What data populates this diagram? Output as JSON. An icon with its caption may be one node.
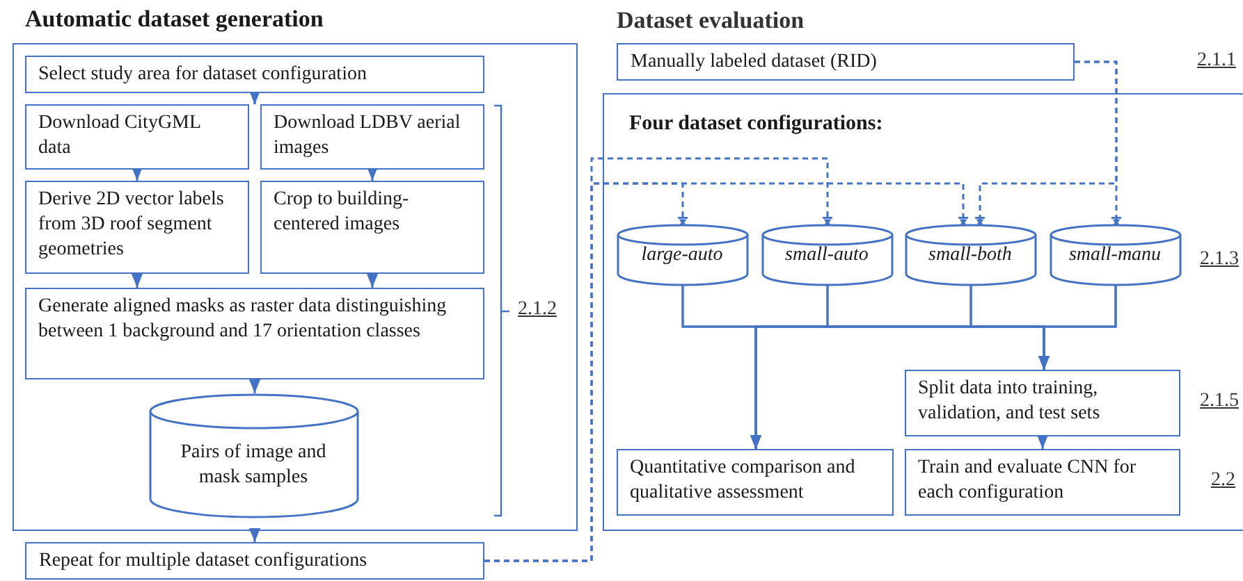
{
  "diagram": {
    "nodes": [
      {
        "text": [
          "Automatic dataset generation"
        ]
      },
      {
        "text": [
          "Select study area for dataset configuration"
        ],
        "in": 0
      },
      {
        "text": [
          "Download CityGML data"
        ],
        "in": 0
      },
      {
        "text": [
          "Download LDBV aerial images"
        ],
        "in": 0
      },
      {
        "text": [
          "Derive 2D vector labels from 3D roof segment geometries"
        ],
        "in": 0
      },
      {
        "text": [
          "Crop to building-centered images"
        ],
        "in": 0
      },
      {
        "text": [
          "Generate aligned masks as raster data distinguishing between 1 background and 17 orientation classes"
        ],
        "in": 0
      },
      {
        "text": [
          "Pairs of image and mask samples"
        ],
        "in": 0
      },
      {
        "text": [
          "Repeat for multiple dataset configurations"
        ]
      },
      {
        "text": [
          "Manually labeled dataset (RID)"
        ]
      },
      {
        "text": [
          "Four dataset configurations:"
        ]
      },
      {
        "text": [
          "large-auto"
        ],
        "in": 10
      },
      {
        "text": [
          "small-auto"
        ],
        "in": 10
      },
      {
        "text": [
          "small-both"
        ],
        "in": 10
      },
      {
        "text": [
          "small-manu"
        ],
        "in": 10
      },
      {
        "text": [
          "Split data into training, validation, and test sets"
        ],
        "in": 10
      },
      {
        "text": [
          "Quantitative comparison and qualitative assessment"
        ],
        "in": 10
      },
      {
        "text": [
          "Train and evaluate CNN for each configuration"
        ],
        "in": 10
      }
    ],
    "edges": [
      {
        "from": 1,
        "to": 2,
        "arrow": "to"
      },
      {
        "from": 1,
        "to": 3,
        "arrow": "to"
      },
      {
        "from": 2,
        "to": 4,
        "arrow": "to"
      },
      {
        "from": 3,
        "to": 5,
        "arrow": "to"
      },
      {
        "from": 4,
        "to": 6,
        "arrow": "to"
      },
      {
        "from": 5,
        "to": 6,
        "arrow": "to"
      },
      {
        "from": 6,
        "to": 7,
        "arrow": "to"
      },
      {
        "from": 0,
        "to": 8,
        "arrow": "to"
      },
      {
        "from": 8,
        "to": 11,
        "arrow": "to",
        "style": "dashed"
      },
      {
        "from": 8,
        "to": 12,
        "arrow": "to",
        "style": "dashed"
      },
      {
        "from": 8,
        "to": 13,
        "arrow": "to",
        "style": "dashed"
      },
      {
        "from": 9,
        "to": 13,
        "arrow": "to",
        "style": "dashed"
      },
      {
        "from": 9,
        "to": 14,
        "arrow": "to",
        "style": "dashed"
      },
      {
        "from": 11,
        "to": 16,
        "arrow": "to"
      },
      {
        "from": 12,
        "to": 16,
        "arrow": "to"
      },
      {
        "from": 13,
        "to": 16,
        "arrow": "to"
      },
      {
        "from": 14,
        "to": 16,
        "arrow": "to"
      },
      {
        "from": 11,
        "to": 15,
        "arrow": "to"
      },
      {
        "from": 12,
        "to": 15,
        "arrow": "to"
      },
      {
        "from": 13,
        "to": 15,
        "arrow": "to"
      },
      {
        "from": 14,
        "to": 15,
        "arrow": "to"
      },
      {
        "from": 15,
        "to": 17,
        "arrow": "to"
      }
    ],
    "labels": [
      "Dataset evaluation",
      "2.1.1",
      "2.1.2",
      "2.1.3",
      "2.1.5",
      "2.2"
    ]
  }
}
